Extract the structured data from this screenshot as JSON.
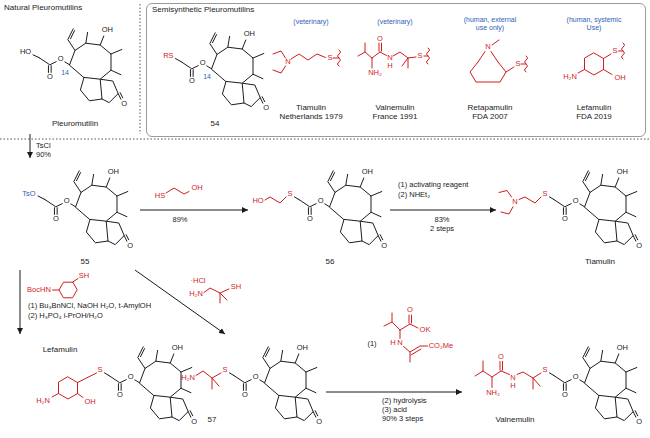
{
  "diagram": {
    "nodes": [
      {
        "text": [
          "Pleuromutilin",
          "HO",
          "14",
          "OH",
          "O",
          "O",
          "O"
        ]
      },
      {
        "text": [
          "Semisynthetic Pleuromutilins"
        ]
      },
      {
        "text": [
          "54",
          "RS",
          "14",
          "OH",
          "O",
          "O",
          "O"
        ],
        "in": 1
      },
      {
        "text": [
          "(veterinary)",
          "N",
          "S",
          "Tiamulin Netherlands 1979"
        ],
        "in": 1
      },
      {
        "text": [
          "(veterinary)",
          "O",
          "N",
          "H",
          "NH₂",
          "S",
          "Valnemulin France 1991"
        ],
        "in": 1
      },
      {
        "text": [
          "(human, external use only)",
          "N",
          "S",
          "Retapamulin FDA 2007"
        ],
        "in": 1
      },
      {
        "text": [
          "(human, systemic Use)",
          "H₂N",
          "S",
          "OH",
          "Lefamulin FDA 2019"
        ],
        "in": 1
      },
      {
        "text": [
          "55",
          "TsO",
          "OH",
          "O",
          "O",
          "O"
        ]
      },
      {
        "text": [
          "56",
          "HO",
          "S",
          "OH",
          "O",
          "O",
          "O"
        ]
      },
      {
        "text": [
          "Tiamulin",
          "N",
          "S",
          "OH",
          "O",
          "O",
          "O"
        ]
      },
      {
        "text": [
          "Lefamulin",
          "H₂N",
          "OH",
          "S",
          "OH",
          "O",
          "O",
          "O"
        ]
      },
      {
        "text": [
          "57",
          "H₂N",
          "S",
          "OH",
          "O",
          "O",
          "O"
        ]
      },
      {
        "text": [
          "Valnemulin",
          "O",
          "N",
          "H",
          "NH₂",
          "S",
          "OH",
          "O",
          "O",
          "O"
        ]
      }
    ],
    "edges": [
      {
        "from": 0,
        "to": 7,
        "arrow": "to"
      },
      {
        "from": 7,
        "to": 8,
        "arrow": "to"
      },
      {
        "from": 8,
        "to": 9,
        "arrow": "to"
      },
      {
        "from": 7,
        "to": 10,
        "arrow": "to"
      },
      {
        "from": 7,
        "to": 11,
        "arrow": "to"
      },
      {
        "from": 11,
        "to": 12,
        "arrow": "to"
      }
    ],
    "labels": [
      "Natural Pleuromutilins",
      "TsCl",
      "90%",
      "HS",
      "OH",
      "89%",
      "(1) activating reagent",
      "(2) NHEt₂",
      "83%",
      "2 steps",
      "BocHN",
      "SH",
      "(1) Bu₃BnNCl, NaOH H₂O, t-AmylOH",
      "(2) H₃PO₄ i-PrOH/H₂O",
      "·HCl",
      "H₂N",
      "SH",
      "(1)",
      "O",
      "OK",
      "H",
      "N",
      "CO₂Me",
      "(2) hydrolysis",
      "(3) acid",
      "90% 3 steps"
    ]
  }
}
